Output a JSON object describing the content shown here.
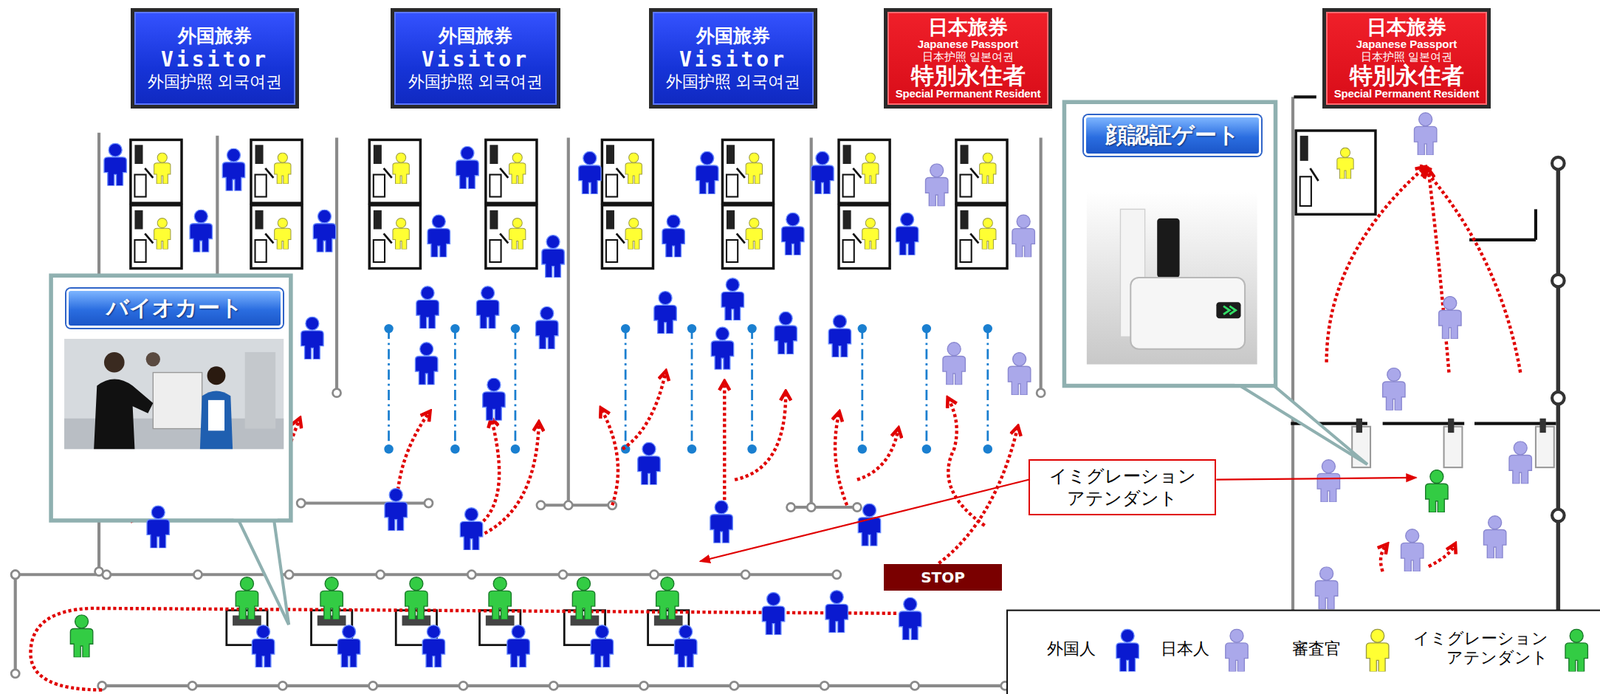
{
  "diagram": {
    "nodes": [
      {
        "text": [
          "外国旅券",
          "Visitor",
          "外国护照 외국여권"
        ]
      },
      {
        "text": [
          "外国旅券",
          "Visitor",
          "外国护照 외국여권"
        ]
      },
      {
        "text": [
          "外国旅券",
          "Visitor",
          "外国护照 외국여권"
        ]
      },
      {
        "text": [
          "日本旅券",
          "Japanese Passport",
          "日本护照 일본여권",
          "特別永住者",
          "Special Permanent Resident"
        ]
      },
      {
        "text": [
          "日本旅券",
          "Japanese Passport",
          "日本护照 일본여권",
          "特別永住者",
          "Special Permanent Resident"
        ]
      },
      {
        "text": [
          "顔認証ゲート"
        ]
      },
      {
        "text": [
          "バイオカート"
        ]
      },
      {
        "text": [
          "イミグレーション アテンダント"
        ]
      },
      {
        "text": [
          "STOP"
        ]
      }
    ],
    "legend": [
      {
        "text": "外国人"
      },
      {
        "text": "日本人"
      },
      {
        "text": "審査官"
      },
      {
        "text": "イミグレーション アテンダント"
      }
    ]
  }
}
